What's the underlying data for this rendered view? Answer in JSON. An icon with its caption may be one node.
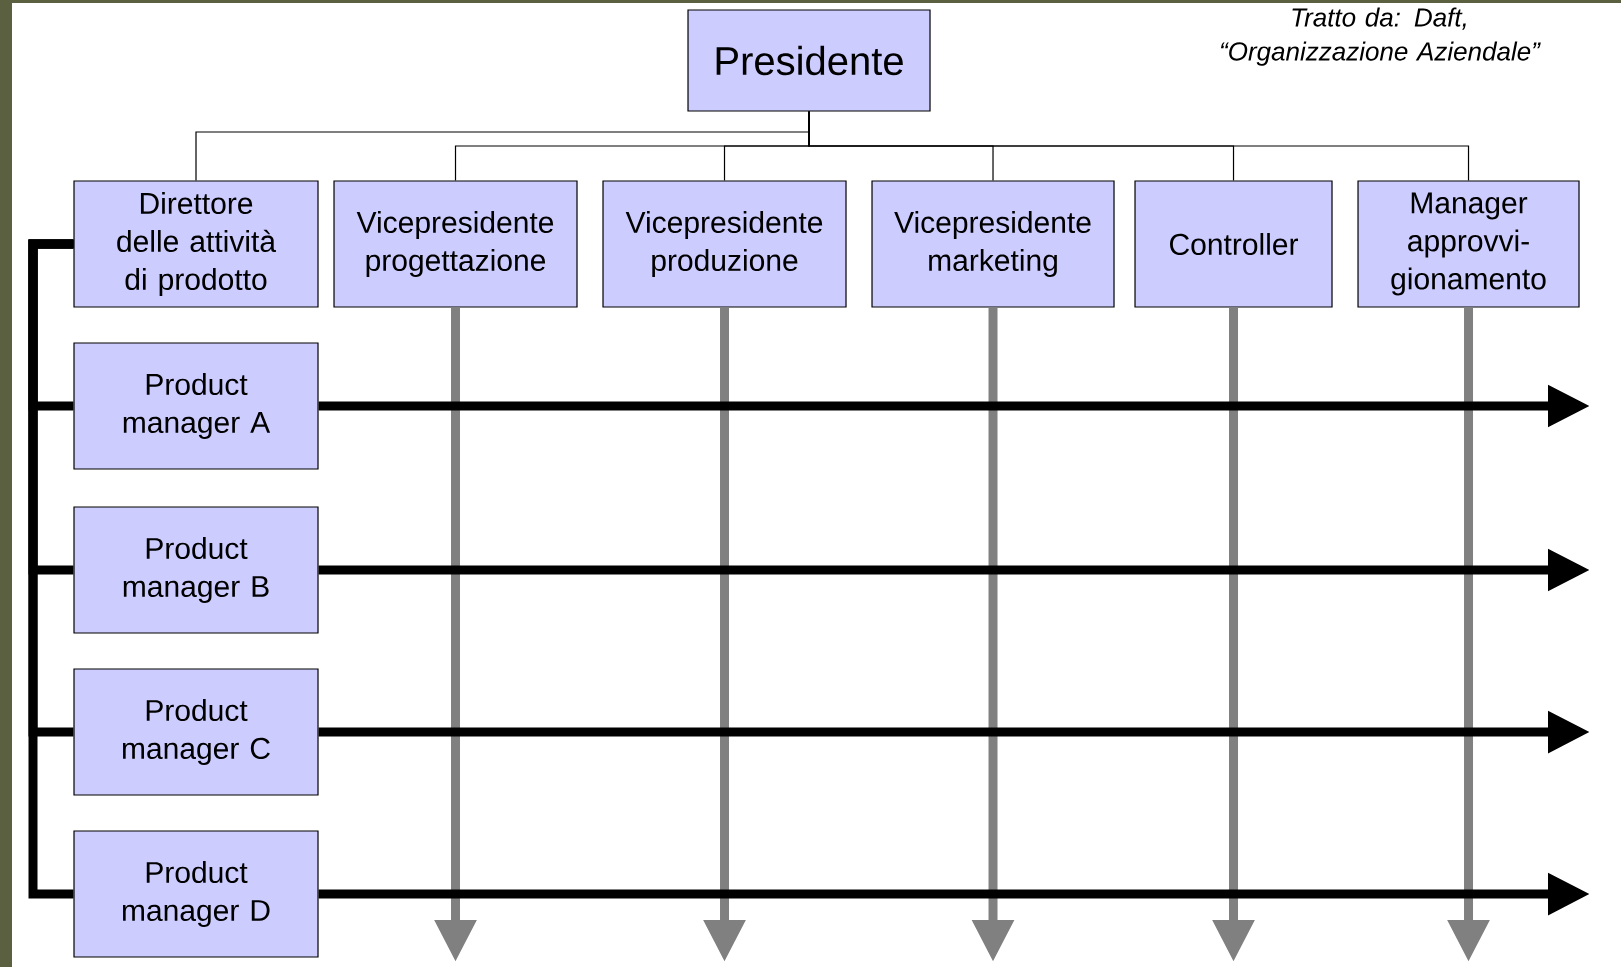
{
  "diagram": {
    "nodes": [
      {
        "text": [
          "Presidente"
        ]
      },
      {
        "text": [
          "Direttore delle attività di prodotto"
        ]
      },
      {
        "text": [
          "Vicepresidente progettazione"
        ]
      },
      {
        "text": [
          "Vicepresidente produzione"
        ]
      },
      {
        "text": [
          "Vicepresidente marketing"
        ]
      },
      {
        "text": [
          "Controller"
        ]
      },
      {
        "text": [
          "Manager approvvi- gionamento"
        ]
      },
      {
        "text": [
          "Product manager A"
        ]
      },
      {
        "text": [
          "Product manager B"
        ]
      },
      {
        "text": [
          "Product manager C"
        ]
      },
      {
        "text": [
          "Product manager D"
        ]
      }
    ],
    "edges": [
      {
        "from": 0,
        "to": 1,
        "arrow": "none"
      },
      {
        "from": 0,
        "to": 2,
        "arrow": "none"
      },
      {
        "from": 0,
        "to": 3,
        "arrow": "none"
      },
      {
        "from": 0,
        "to": 4,
        "arrow": "none"
      },
      {
        "from": 0,
        "to": 5,
        "arrow": "none"
      },
      {
        "from": 0,
        "to": 6,
        "arrow": "none"
      },
      {
        "from": 1,
        "to": 7,
        "arrow": "none"
      },
      {
        "from": 1,
        "to": 8,
        "arrow": "none"
      },
      {
        "from": 1,
        "to": 9,
        "arrow": "none"
      },
      {
        "from": 1,
        "to": 10,
        "arrow": "none"
      },
      {
        "from": 2,
        "to": null,
        "arrow": "to",
        "color": "#808080"
      },
      {
        "from": 3,
        "to": null,
        "arrow": "to",
        "color": "#808080"
      },
      {
        "from": 4,
        "to": null,
        "arrow": "to",
        "color": "#808080"
      },
      {
        "from": 5,
        "to": null,
        "arrow": "to",
        "color": "#808080"
      },
      {
        "from": 6,
        "to": null,
        "arrow": "to",
        "color": "#808080"
      },
      {
        "from": 7,
        "to": null,
        "arrow": "to"
      },
      {
        "from": 8,
        "to": null,
        "arrow": "to"
      },
      {
        "from": 9,
        "to": null,
        "arrow": "to"
      },
      {
        "from": 10,
        "to": null,
        "arrow": "to"
      }
    ],
    "labels": [
      "Tratto da: Daft, “Organizzazione Aziendale”"
    ]
  }
}
